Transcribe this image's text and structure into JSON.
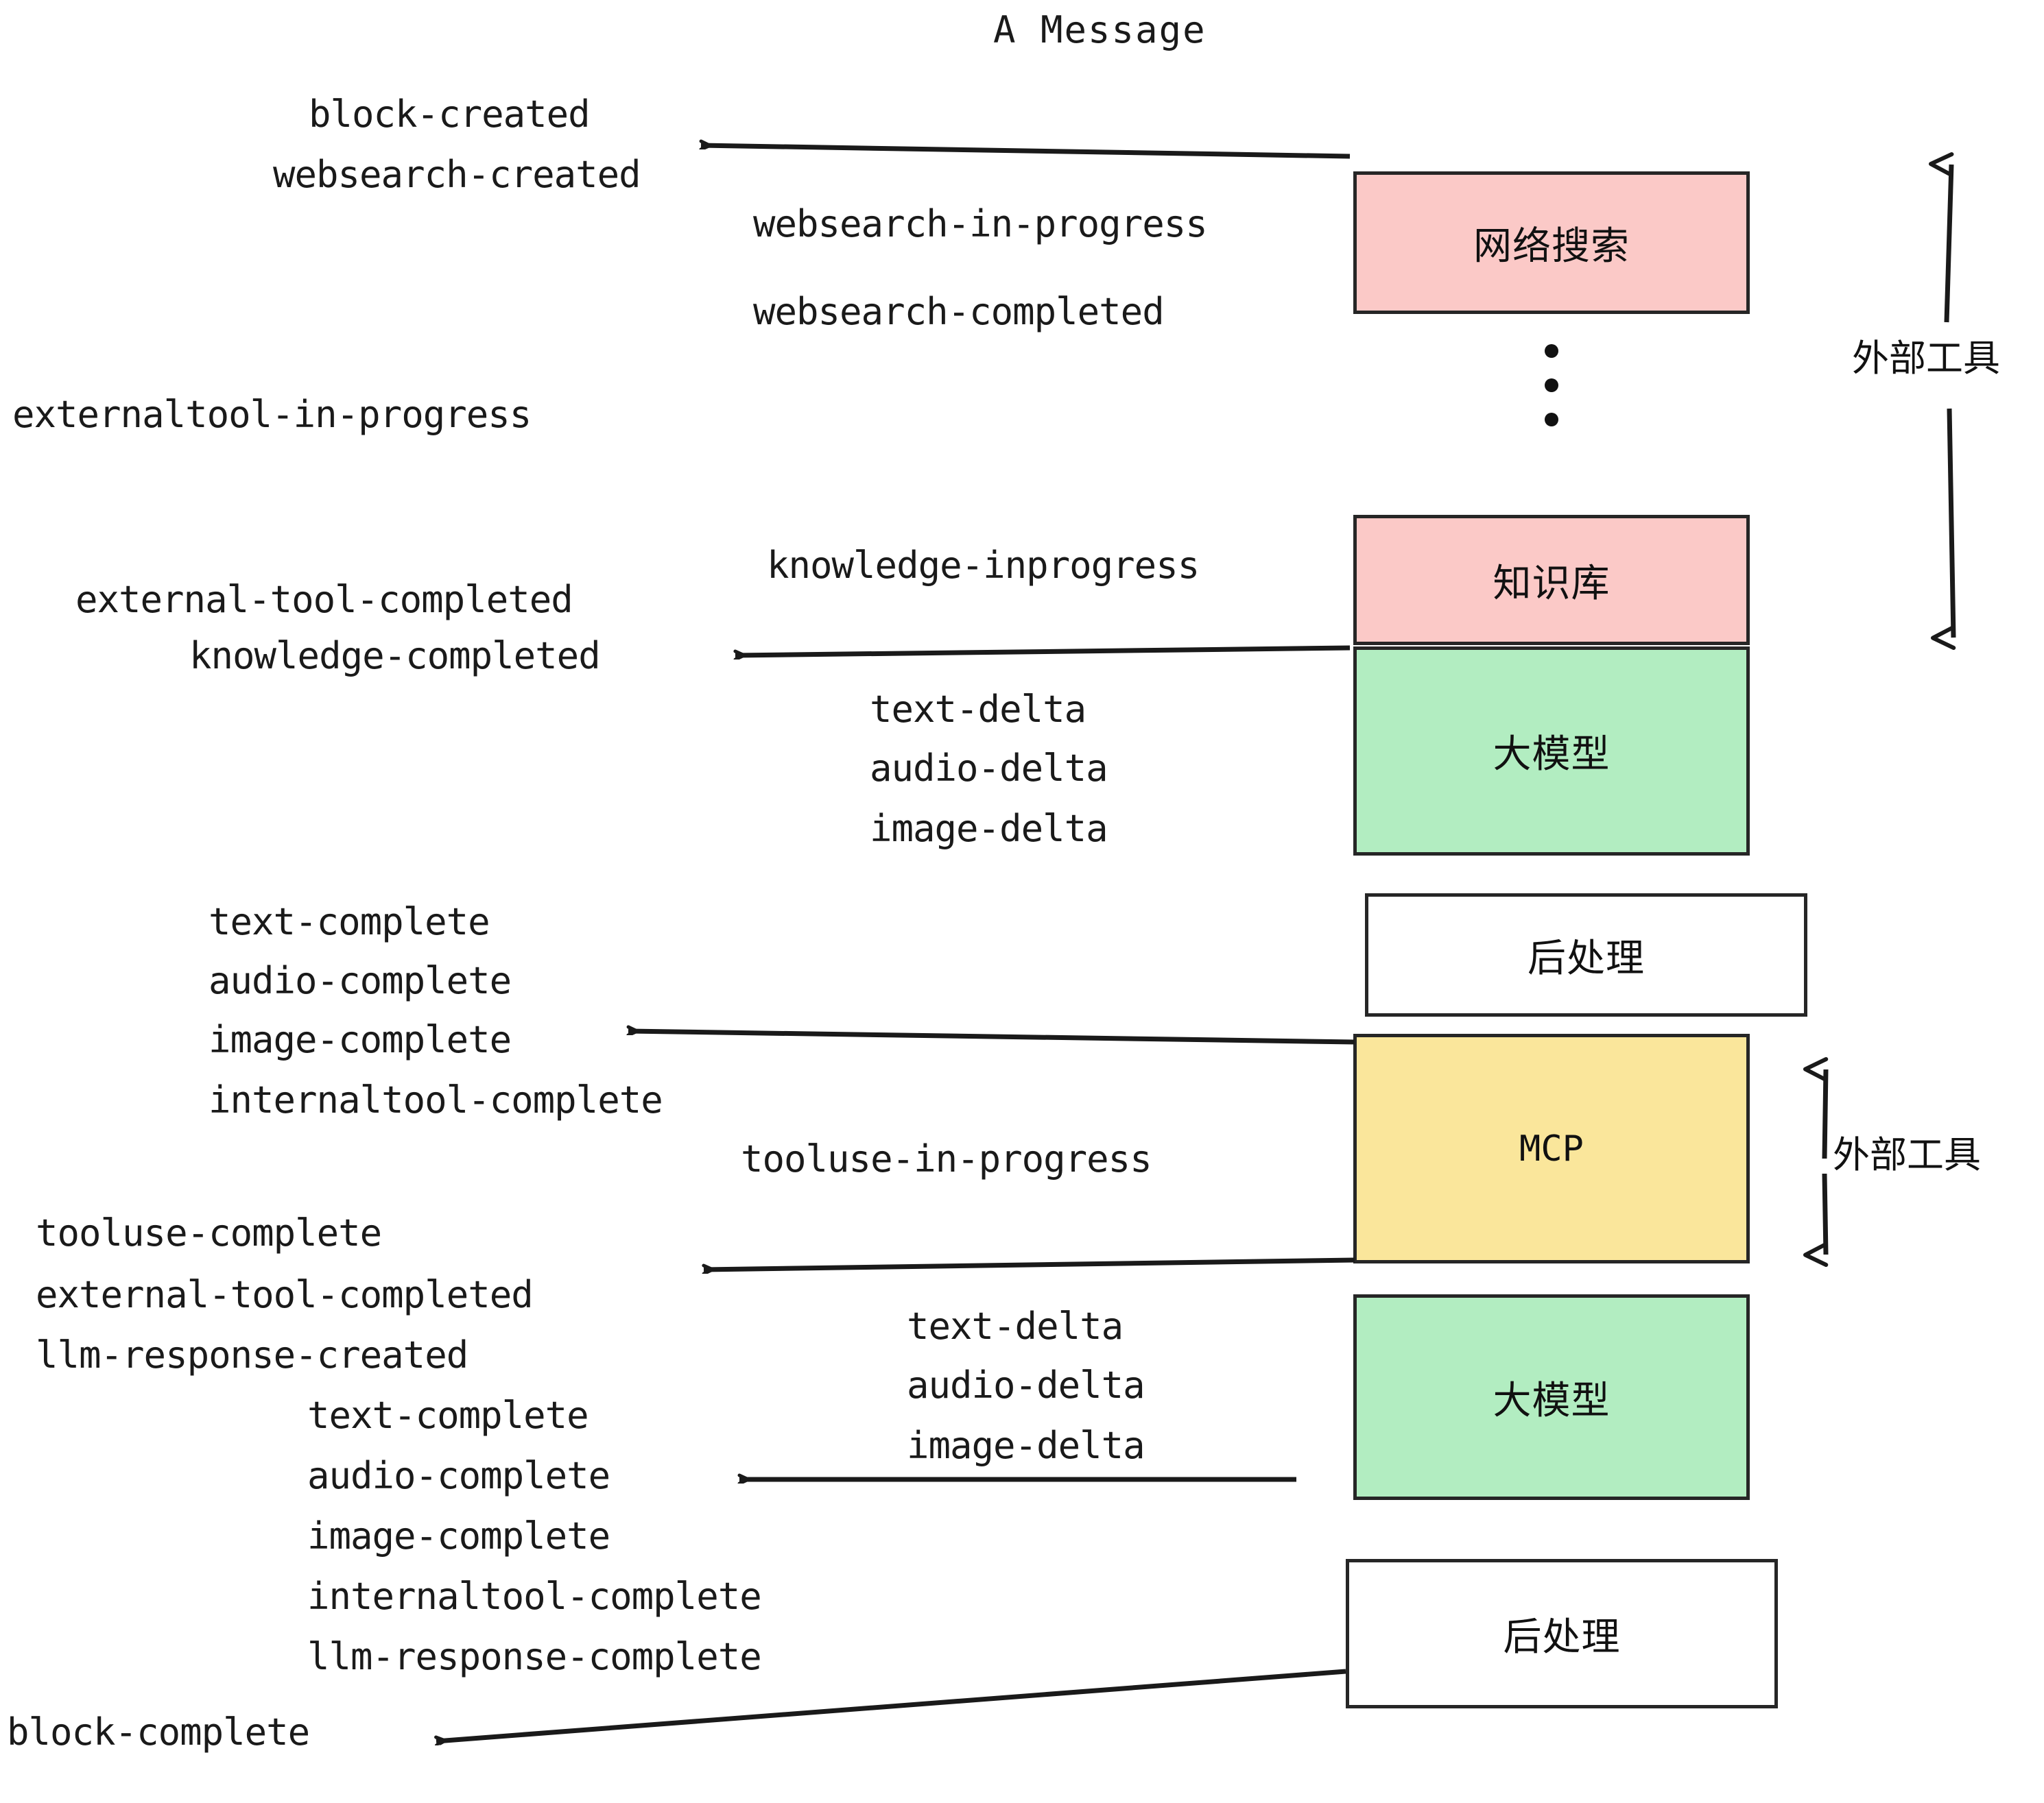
{
  "title": "A Message",
  "colors": {
    "pink": "#fbc9c7",
    "green": "#b2edc1",
    "yellow": "#fae69b",
    "white": "#ffffff",
    "stroke": "#262626",
    "text": "#1a1a1a"
  },
  "boxes": [
    {
      "label": "网络搜索",
      "fill": "pink"
    },
    {
      "label": "知识库",
      "fill": "pink"
    },
    {
      "label": "大模型",
      "fill": "green"
    },
    {
      "label": "后处理",
      "fill": "white"
    },
    {
      "label": "MCP",
      "fill": "yellow"
    },
    {
      "label": "大模型",
      "fill": "green"
    },
    {
      "label": "后处理",
      "fill": "white"
    }
  ],
  "side_labels": [
    {
      "text": "外部工具"
    },
    {
      "text": "外部工具"
    }
  ],
  "events": [
    {
      "text": "block-created"
    },
    {
      "text": "websearch-created"
    },
    {
      "text": "websearch-in-progress"
    },
    {
      "text": "websearch-completed"
    },
    {
      "text": "externaltool-in-progress"
    },
    {
      "text": "knowledge-inprogress"
    },
    {
      "text": "external-tool-completed"
    },
    {
      "text": "knowledge-completed"
    },
    {
      "text": "text-delta"
    },
    {
      "text": "audio-delta"
    },
    {
      "text": "image-delta"
    },
    {
      "text": "text-complete"
    },
    {
      "text": "audio-complete"
    },
    {
      "text": "image-complete"
    },
    {
      "text": "internaltool-complete"
    },
    {
      "text": "tooluse-in-progress"
    },
    {
      "text": "tooluse-complete"
    },
    {
      "text": "external-tool-completed"
    },
    {
      "text": "llm-response-created"
    },
    {
      "text": "text-delta"
    },
    {
      "text": "audio-delta"
    },
    {
      "text": "image-delta"
    },
    {
      "text": "text-complete"
    },
    {
      "text": "audio-complete"
    },
    {
      "text": "image-complete"
    },
    {
      "text": "internaltool-complete"
    },
    {
      "text": "llm-response-complete"
    },
    {
      "text": "block-complete"
    }
  ],
  "ellipsis_dots": 3
}
